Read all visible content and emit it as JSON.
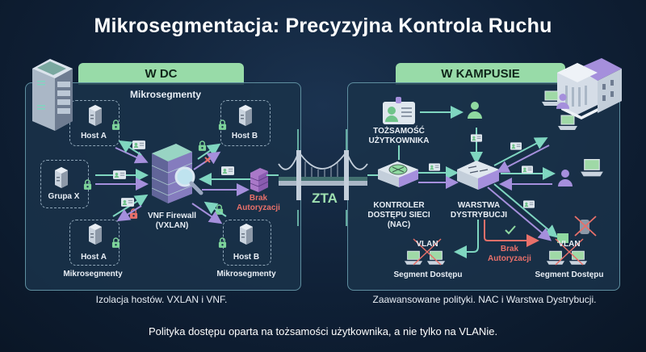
{
  "title": "Mikrosegmentacja: Precyzyjna Kontrola Ruchu",
  "dc": {
    "tab_label": "W DC",
    "segments_top_label": "Mikrosegmenty",
    "host_a_top": "Host A",
    "host_b_top": "Host B",
    "group_x": "Grupa X",
    "firewall_label_line1": "VNF Firewall",
    "firewall_label_line2": "(VXLAN)",
    "host_a_bottom": "Host A",
    "host_b_bottom": "Host B",
    "segments_bottom_left": "Mikrosegmenty",
    "segments_bottom_right": "Mikrosegmenty",
    "denied_line1": "Brak",
    "denied_line2": "Autoryzacji",
    "caption": "Izolacja hostów. VXLAN i VNF."
  },
  "bridge": {
    "label": "ZTA"
  },
  "campus": {
    "tab_label": "W KAMPUSIE",
    "identity_line1": "TOŻSAMOŚĆ",
    "identity_line2": "UŻYTKOWNIKA",
    "nac_line1": "KONTROLER",
    "nac_line2": "DOSTĘPU SIECI",
    "nac_line3": "(NAC)",
    "distribution_line1": "WARSTWA",
    "distribution_line2": "DYSTRYBUCJI",
    "vlan_left": "VLAN",
    "vlan_right": "VLAN",
    "segment_left": "Segment Dostępu",
    "segment_right": "Segment Dostępu",
    "denied_line1": "Brak",
    "denied_line2": "Autoryzacji",
    "caption": "Zaawansowane polityki. NAC i Warstwa Dystrybucji."
  },
  "footer": "Polityka dostępu oparta na tożsamości użytkownika, a nie tylko na VLANie.",
  "colors": {
    "accent_green": "#98dba8",
    "arrow_teal": "#7fd6c0",
    "arrow_purple": "#a58fdc",
    "deny_red": "#e8706a",
    "background": "#0f2036"
  }
}
